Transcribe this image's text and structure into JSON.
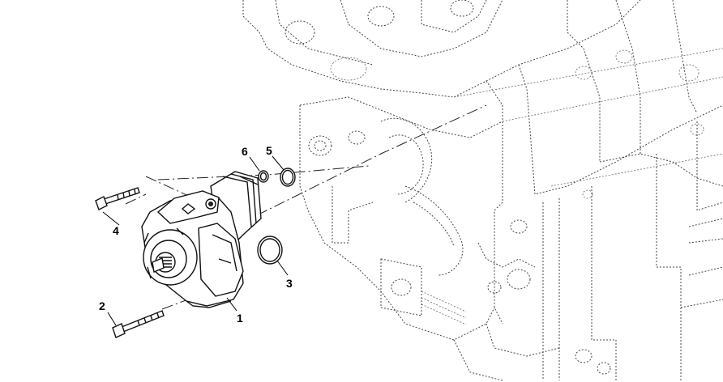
{
  "callouts": {
    "c1": "1",
    "c2": "2",
    "c3": "3",
    "c4": "4",
    "c5": "5",
    "c6": "6"
  },
  "colors": {
    "line": "#111111",
    "ghost": "#444444",
    "background": "#ffffff"
  }
}
